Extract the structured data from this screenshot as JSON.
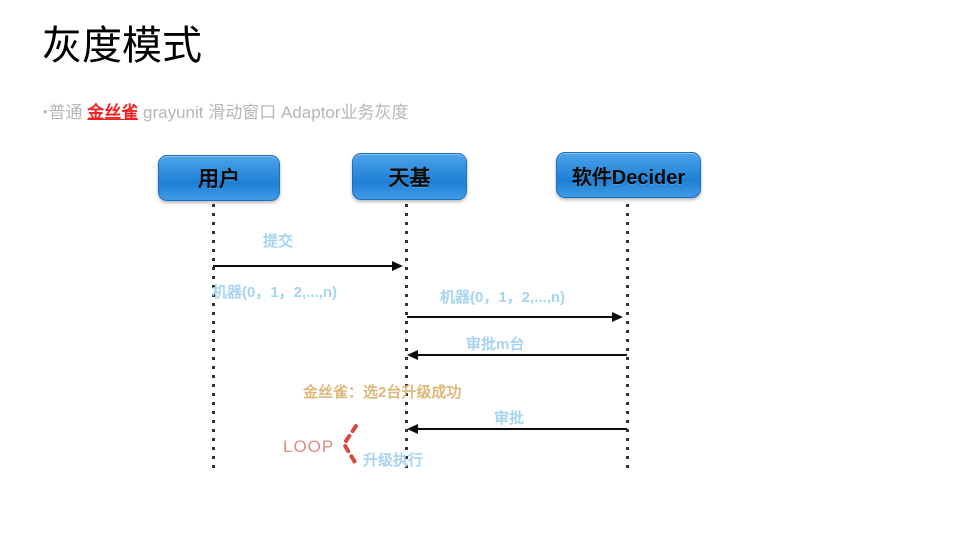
{
  "slide": {
    "title": "灰度模式",
    "bullet": {
      "marker": "•",
      "before": "普通 ",
      "highlight": "金丝雀",
      "after": " grayunit 滑动窗口 Adaptor业务灰度"
    }
  },
  "diagram": {
    "type": "sequence-diagram",
    "actors": [
      {
        "id": "user",
        "label": "用户"
      },
      {
        "id": "tianji",
        "label": "天基"
      },
      {
        "id": "decider",
        "label": "软件Decider"
      }
    ],
    "messages": [
      {
        "id": "msg1",
        "from": "user",
        "to": "tianji",
        "direction": "right",
        "label_above": "提交",
        "label_below": "机器(0，1，2,...,n)"
      },
      {
        "id": "msg2",
        "from": "tianji",
        "to": "decider",
        "direction": "right",
        "label_above": "机器(0，1，2,...,n)"
      },
      {
        "id": "msg3",
        "from": "decider",
        "to": "tianji",
        "direction": "left",
        "label_above": "审批m台"
      },
      {
        "id": "msg4",
        "from": "decider",
        "to": "tianji",
        "direction": "left",
        "label_above": "审批"
      }
    ],
    "annotations": [
      {
        "id": "canary",
        "text": "金丝雀：选2台升级成功",
        "color": "#ddb979"
      },
      {
        "id": "loop",
        "text": "LOOP",
        "color": "#e08b82"
      },
      {
        "id": "upgrade",
        "text": "升级执行",
        "color": "#a7d4ef"
      }
    ],
    "colors": {
      "actor_fill": "#2f8ede",
      "actor_border": "#1b6fbe",
      "label_blue": "#a7d4ef",
      "label_gold": "#ddb979",
      "label_loop": "#e08b82",
      "lifeline": "#333333",
      "arrow": "#0d0d0d",
      "bullet_text": "#b6b6b6",
      "highlight_red": "#ee2222"
    }
  }
}
